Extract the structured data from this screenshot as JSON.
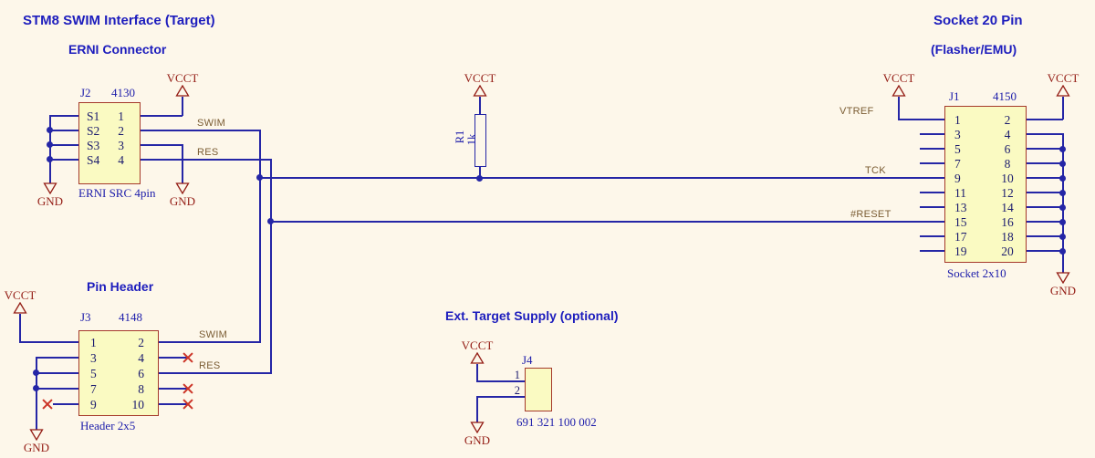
{
  "colors": {
    "bg": "#fdf7ea",
    "wire": "#2526a6",
    "boxfill": "#fafac2",
    "boxline": "#a5392b",
    "power": "#941d15",
    "net": "#7a5c33",
    "pin": "#1a1a6e",
    "ref": "#1c1caa",
    "title": "#1d1dbd",
    "nc": "#cc3326"
  },
  "titles": {
    "main": "STM8 SWIM Interface (Target)",
    "erni": "ERNI Connector",
    "socket": "Socket 20 Pin",
    "socket_sub": "(Flasher/EMU)",
    "pin_header": "Pin Header",
    "ext_supply": "Ext. Target Supply (optional)"
  },
  "power": {
    "vcct": "VCCT",
    "gnd": "GND"
  },
  "nets": {
    "swim": "SWIM",
    "res": "RES",
    "tck": "TCK",
    "reset": "#RESET",
    "vtref": "VTREF"
  },
  "j2": {
    "ref": "J2",
    "value": "4130",
    "footprint": "ERNI SRC 4pin",
    "rows": [
      {
        "l": "S1",
        "r": "1"
      },
      {
        "l": "S2",
        "r": "2"
      },
      {
        "l": "S3",
        "r": "3"
      },
      {
        "l": "S4",
        "r": "4"
      }
    ]
  },
  "j3": {
    "ref": "J3",
    "value": "4148",
    "footprint": "Header 2x5",
    "rows": [
      {
        "l": "1",
        "r": "2"
      },
      {
        "l": "3",
        "r": "4"
      },
      {
        "l": "5",
        "r": "6"
      },
      {
        "l": "7",
        "r": "8"
      },
      {
        "l": "9",
        "r": "10"
      }
    ]
  },
  "j1": {
    "ref": "J1",
    "value": "4150",
    "footprint": "Socket 2x10",
    "rows": [
      {
        "l": "1",
        "r": "2"
      },
      {
        "l": "3",
        "r": "4"
      },
      {
        "l": "5",
        "r": "6"
      },
      {
        "l": "7",
        "r": "8"
      },
      {
        "l": "9",
        "r": "10"
      },
      {
        "l": "11",
        "r": "12"
      },
      {
        "l": "13",
        "r": "14"
      },
      {
        "l": "15",
        "r": "16"
      },
      {
        "l": "17",
        "r": "18"
      },
      {
        "l": "19",
        "r": "20"
      }
    ]
  },
  "r1": {
    "ref": "R1",
    "value": "1k"
  },
  "j4": {
    "ref": "J4",
    "footprint": "691 321 100 002",
    "pins": [
      "1",
      "2"
    ]
  }
}
